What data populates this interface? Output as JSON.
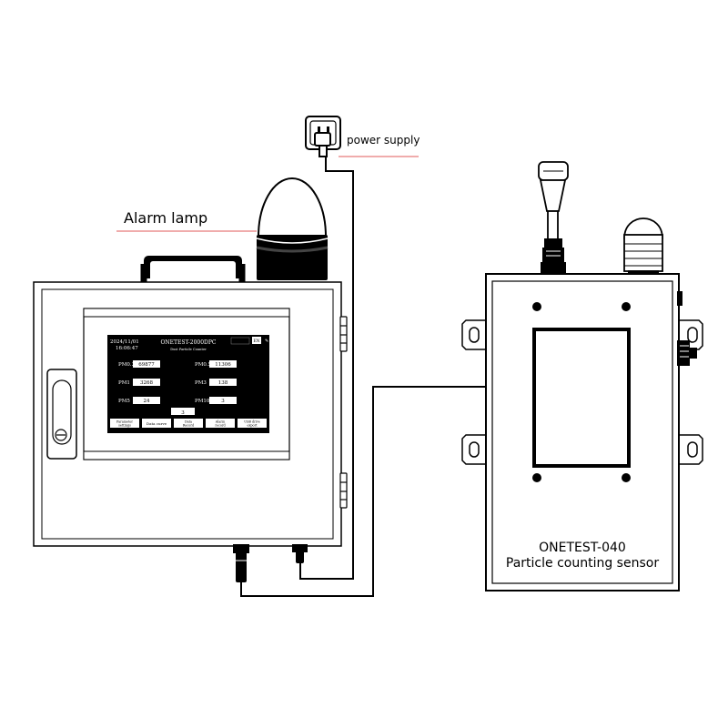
{
  "labels": {
    "power_supply": "power supply",
    "alarm_lamp": "Alarm lamp",
    "sensor_model": "ONETEST-040",
    "sensor_name": "Particle counting sensor"
  },
  "screen": {
    "date": "2024/11/01",
    "time": "16:06:47",
    "title": "ONETEST-2000DPC",
    "subtitle": "Dust Particle Counter",
    "badge": "EN",
    "readings": [
      {
        "label": "PM0.3",
        "value": "69877"
      },
      {
        "label": "PM0.5",
        "value": "11306"
      },
      {
        "label": "PM1",
        "value": "3268"
      },
      {
        "label": "PM3",
        "value": "138"
      },
      {
        "label": "PM5",
        "value": "24"
      },
      {
        "label": "PM10",
        "value": "3"
      }
    ],
    "page_value": "3",
    "buttons": [
      {
        "label": "Parameter settings"
      },
      {
        "label": "Data curve"
      },
      {
        "label": "Data Record"
      },
      {
        "label": "Alarm record"
      },
      {
        "label": "USB drive export"
      }
    ]
  },
  "colors": {
    "leader_line": "#e05a5a",
    "line": "#000000",
    "screen": "#000000",
    "screen_text": "#ffffff"
  }
}
